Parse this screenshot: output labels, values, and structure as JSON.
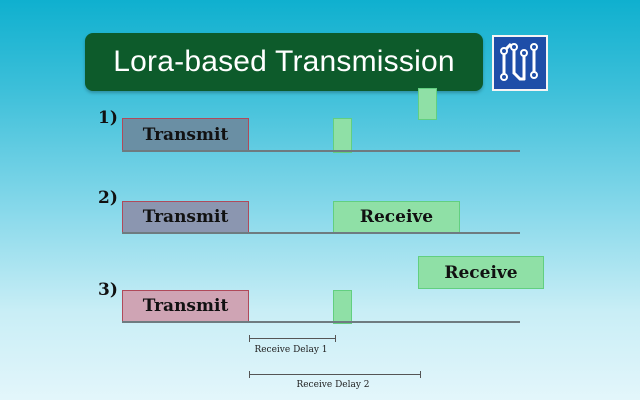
{
  "title": "Lora-based Transmission",
  "logo_icon": "circuit-board-icon",
  "rows": [
    {
      "label": "1)",
      "transmit_label": "Transmit"
    },
    {
      "label": "2)",
      "transmit_label": "Transmit",
      "receive_label": "Receive"
    },
    {
      "label": "3)",
      "transmit_label": "Transmit",
      "receive_label": "Receive"
    }
  ],
  "delays": [
    {
      "label": "Receive Delay 1"
    },
    {
      "label": "Receive Delay 2"
    }
  ],
  "colors": {
    "banner": "#0d5b2b",
    "receive": "#8fe0a6",
    "transmit_border": "#b04a5a",
    "logo": "#1e4ea8"
  }
}
